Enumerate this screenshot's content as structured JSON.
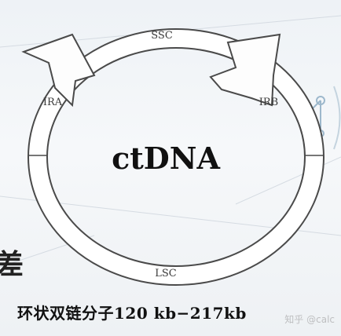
{
  "diagram": {
    "center_label": "ctDNA",
    "regions": {
      "top": "SSC",
      "left": "IRA",
      "right": "IRB",
      "bottom": "LSC"
    }
  },
  "caption": "环状双链分子120 kb−217kb",
  "watermark": "知乎 @calc",
  "side_char": "差",
  "colors": {
    "ring_stroke": "#4a4a4a",
    "ring_fill": "#ffffff",
    "background": "#eef2f6",
    "accent_node": "#9db8cc"
  }
}
